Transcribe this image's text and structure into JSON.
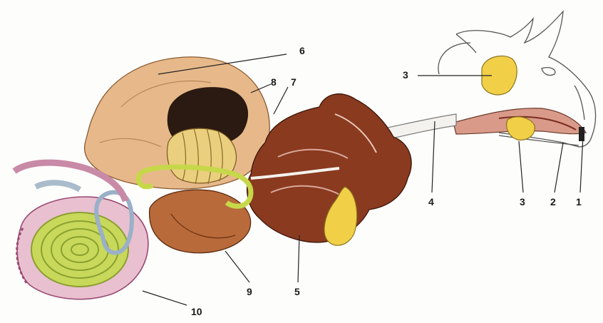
{
  "diagram": {
    "labels": {
      "mouth": "1",
      "esophagus_front": "2",
      "salivary_upper": "3",
      "salivary_lower": "3",
      "esophagus": "4",
      "abomasum": "5",
      "rumen": "6",
      "reticulum": "7",
      "omasum": "8",
      "small_intestine": "9",
      "large_intestine": "10"
    },
    "colors": {
      "rumen": "#e7b98a",
      "stomach": "#8a3a1f",
      "liver_yellow": "#f1d048",
      "intestine_pink": "#c88aa6",
      "spiral_green": "#c8d85a",
      "omasum_yellow": "#e9cf7e",
      "small_intestine": "#b86a3a"
    }
  }
}
